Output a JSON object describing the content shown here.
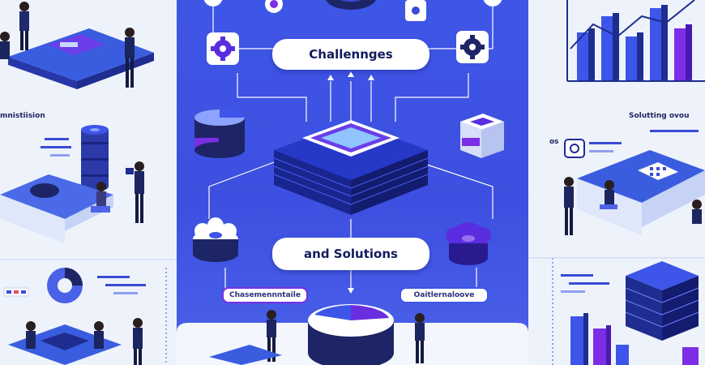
{
  "center": {
    "title_top": "Challennges",
    "title_bottom": "and Solutions",
    "tag_left": "Chasemennntaile",
    "tag_right": "Oaitlernaloove"
  },
  "left": {
    "caption": "mnistiision"
  },
  "right": {
    "caption": "Solutting ovou",
    "small_text": "os"
  },
  "colors": {
    "primary_blue": "#3d4fe0",
    "accent_purple": "#7b2ee6",
    "navy": "#121a5c",
    "light_bg": "#eef3fb"
  }
}
